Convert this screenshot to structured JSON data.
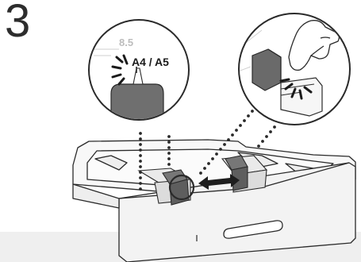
{
  "step": {
    "number": "3"
  },
  "callout_left": {
    "scale_value": "8.5",
    "size_label": "A4 / A5"
  },
  "colors": {
    "line": "#2a2a2a",
    "tray_fill": "#f4f4f4",
    "guide_fill": "#6f6f6f",
    "guide_dark": "#3c3c3c",
    "burst": "#2a2a2a",
    "dotted_leader": "#2a2a2a",
    "floor_shadow": "#e8e8e8"
  },
  "icons": {
    "arrow": "double-headed-arrow",
    "hand": "hand-pinching-guide",
    "burst": "click-burst"
  }
}
